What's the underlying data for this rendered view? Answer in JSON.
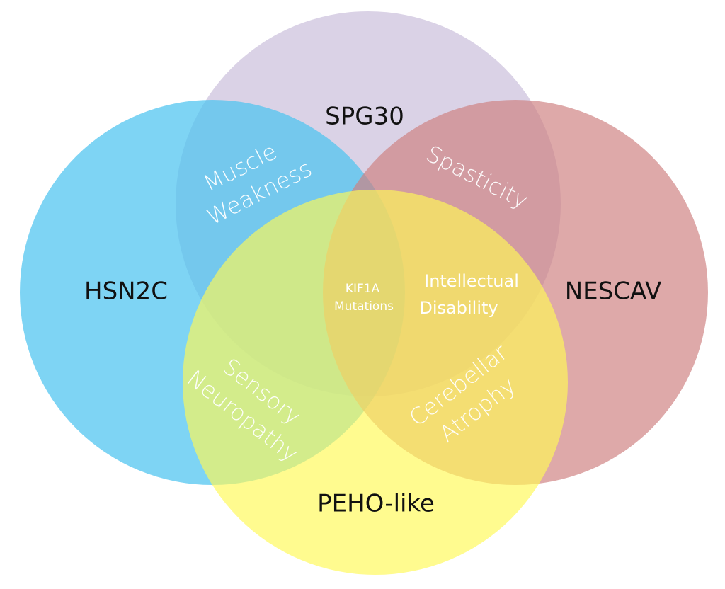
{
  "sets": {
    "spg30": {
      "label": "SPG30",
      "color": "#c4b6d6"
    },
    "hsn2c": {
      "label": "HSN2C",
      "color": "#4cc3f0"
    },
    "nescav": {
      "label": "NESCAV",
      "color": "#cf8080"
    },
    "peho": {
      "label": "PEHO-like",
      "color": "#fff955"
    }
  },
  "overlaps": {
    "muscle_weakness": {
      "line1": "Muscle",
      "line2": "Weakness"
    },
    "spasticity": {
      "line1": "Spasticity"
    },
    "intellectual_disability": {
      "line1": "Intellectual",
      "line2": "Disability"
    },
    "sensory_neuropathy": {
      "line1": "Sensory",
      "line2": "Neuropathy"
    },
    "cerebellar_atrophy": {
      "line1": "Cerebellar",
      "line2": "Atrophy"
    },
    "kif1a": {
      "line1": "KIF1A",
      "line2": "Mutations"
    }
  }
}
